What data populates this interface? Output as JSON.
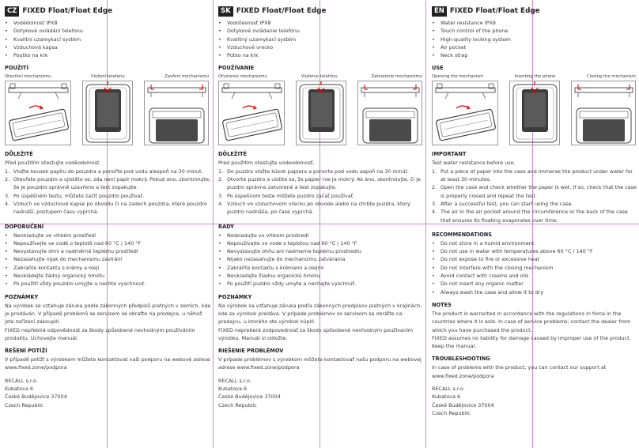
{
  "cz": {
    "lang": "CZ",
    "title": "FIXED Float/Float Edge",
    "features": [
      "Vodědolnost IPX8",
      "Dotykové ovládání telefonu",
      "Kvalitní uzamykací systém",
      "Vzduchová kapsa",
      "Poutko na krk"
    ],
    "use_heading": "POUŽITÍ",
    "captions": [
      "Otevření mechanismu",
      "Vložení telefonu",
      "Zavření mechanismu"
    ],
    "important_heading": "DŮLEŽITÉ",
    "important_intro": "Před použitím otestujte voděodolnost.",
    "steps": [
      "Vložte kousek papíru do pouzdra a ponořte pod vodu alespoň na 30 minut.",
      "Otevřete pouzdro a ujistěte se, zda není papír mokrý. Pokud ano, zkontrolujte, že je pouzdro správně uzavřeno a test zopakujte.",
      "Po úspěšném testu, můžete začít pouzdro používat.",
      "Vzduch ve vzduchové kapse po obvodu či na zadech pouzdra, které pouzdro nadnáší, postupem času vyprchá."
    ],
    "rec_heading": "DOPORUČENÍ",
    "recs": [
      "Nenkladujte ve vlhkém prostředí",
      "Nepoužívejte ve vodě o teplotě nad 60 °C / 140 °F",
      "Nevystavujte ohni a nadměrné teplému prostředí",
      "Nezasahujte nijak do mechanismu zavírání",
      "Zabraňte kontaktu s krémy a oleji",
      "Nevkládejte žádný organický hmotu",
      "Po použití vždy pouzdro umyjte a nechte vyschnout."
    ],
    "notes_heading": "POZNÁMKY",
    "notes": "Na výrobek se vztahuje záruka podle zákonných předpisů platných v zemích, kde je prodáván. V případě problémů se servisem se obraťte na prodejce, u něhož jste zařízení zakoupili.\nFIXED nepřebírá odpovědnost za škody způsobené nevhodným používáním produktu. Uchovejte manuál.",
    "trouble_heading": "ŘEŠENÍ POTÍŽÍ",
    "trouble": "V případě potíží s výrobkem můžete kontaktovat naši podporu na webové adrese www.fixed.zone/podpora",
    "address": [
      "RECALL s.r.o.",
      "Kubatova 6",
      "České Budějovice 37004",
      "Czech Republic"
    ]
  },
  "sk": {
    "lang": "SK",
    "title": "FIXED Float/Float Edge",
    "features": [
      "Vodotesnosť IPX8",
      "Dotykové ovládanie telefónu",
      "Kvalitný uzamykací systém",
      "Vzduchové vrecko",
      "Pútko na krk"
    ],
    "use_heading": "POUŽÍVANIE",
    "captions": [
      "Otvorenie mechanizmu",
      "Vloženie telefónu",
      "Zatvorenie mechanizmu"
    ],
    "important_heading": "DÔLEŽITÉ",
    "important_intro": "Pred použitím otestujte vodeodolnosť.",
    "steps": [
      "Do puzdra vložte kúsok papiera a ponorte pod vodu aspoň na 30 minút.",
      "Otvorte puzdro a uistite sa, že papier nie je mokrý. Ak áno, skontrolujte, či je puzdro správne zatvorené a test zopakujte.",
      "Po úspešnom teste môžete puzdro začať používať.",
      "Vzduch vo vzduchovom vrecku po obvode alebo na chrbte puzdra, ktorý puzdro nadnáša, po čase vyprchá."
    ],
    "rec_heading": "RADY",
    "recs": [
      "Neskladujte vo vlhkom prostredí",
      "Nepoužívajte vo vode s teplotou nad 60 °C / 140 °F",
      "Nevystavujte ohňu ani nadmerne teplému prostrediu",
      "Nijako nezasahujte do mechanizmu zatvárania",
      "Zabráňte kontaktu s krémami a olejmi",
      "Nevkladajte žiadnu organickú hmotu",
      "Po použití puzdro vždy umyte a nechajte vyschnúť."
    ],
    "notes_heading": "POZNÁMKY",
    "notes": "Na výrobok sa vzťahuje záruka podľa zákonných predpisov platných v krajinách, kde sa výrobok predáva. V prípade problémov so servisom sa obráťte na predajcu, u ktorého ste výrobok kúpili.\nFIXED nepreberá zodpovednosť za škody spôsobené nevhodným používaním výrobku. Manuál si odložte.",
    "trouble_heading": "RIEŠENIE PROBLÉMOV",
    "trouble": "V prípade problémov s výrobkom môžete kontaktovať našu podporu na webovej adrese www.fixed.zone/podpora",
    "address": [
      "RECALL s.r.o.",
      "Kubatova 6",
      "České Budějovice 37004",
      "Czech Republic"
    ]
  },
  "en": {
    "lang": "EN",
    "title": "FIXED Float/Float Edge",
    "features": [
      "Water resistance IPX8",
      "Touch control of the phone",
      "High-quality locking system",
      "Air pocket",
      "Neck strap"
    ],
    "use_heading": "USE",
    "captions": [
      "Opening the mechanism",
      "Inserting the phone",
      "Closing the mechanism"
    ],
    "important_heading": "IMPORTANT",
    "important_intro": "Test water resistance before use.",
    "steps": [
      "Put a piece of paper into the case and immerse the product under water for at least 30 minutes.",
      "Open the case and check whether the paper is wet. If so, check that the case is properly closed and repeat the test.",
      "After a successful test, you can start using the case.",
      "The air in the air pocket around the circumference or the back of the case that ensures its floating evaporates over time."
    ],
    "rec_heading": "RECOMMENDATIONS",
    "recs": [
      "Do not store in a humid environment",
      "Do not use in water with temperatures above 60 °C / 140 °F",
      "Do not expose to fire or excessive heat",
      "Do not interfere with the closing mechanism",
      "Avoid contact with creams and oils",
      "Do not insert any organic matter",
      "Always wash the case and allow it to dry"
    ],
    "notes_heading": "NOTES",
    "notes": "The product is warranted in accordance with the regulations in force in the countries where it is sold. In case of service problems, contact the dealer from which you have purchased the product.\nFIXED assumes no liability for damage caused by improper use of the product. Keep the manual.",
    "trouble_heading": "TROUBLESHOOTING",
    "trouble": "In case of problems with the product, you can contact our support at www.fixed.zone/podpora",
    "address": [
      "RECALL s.r.o.",
      "Kubatova 6",
      "České Budějovice 37004",
      "Czech Republic"
    ]
  },
  "colors": {
    "guide": "#d38bd6",
    "label_bg": "#222222",
    "text": "#3a3a3a"
  }
}
